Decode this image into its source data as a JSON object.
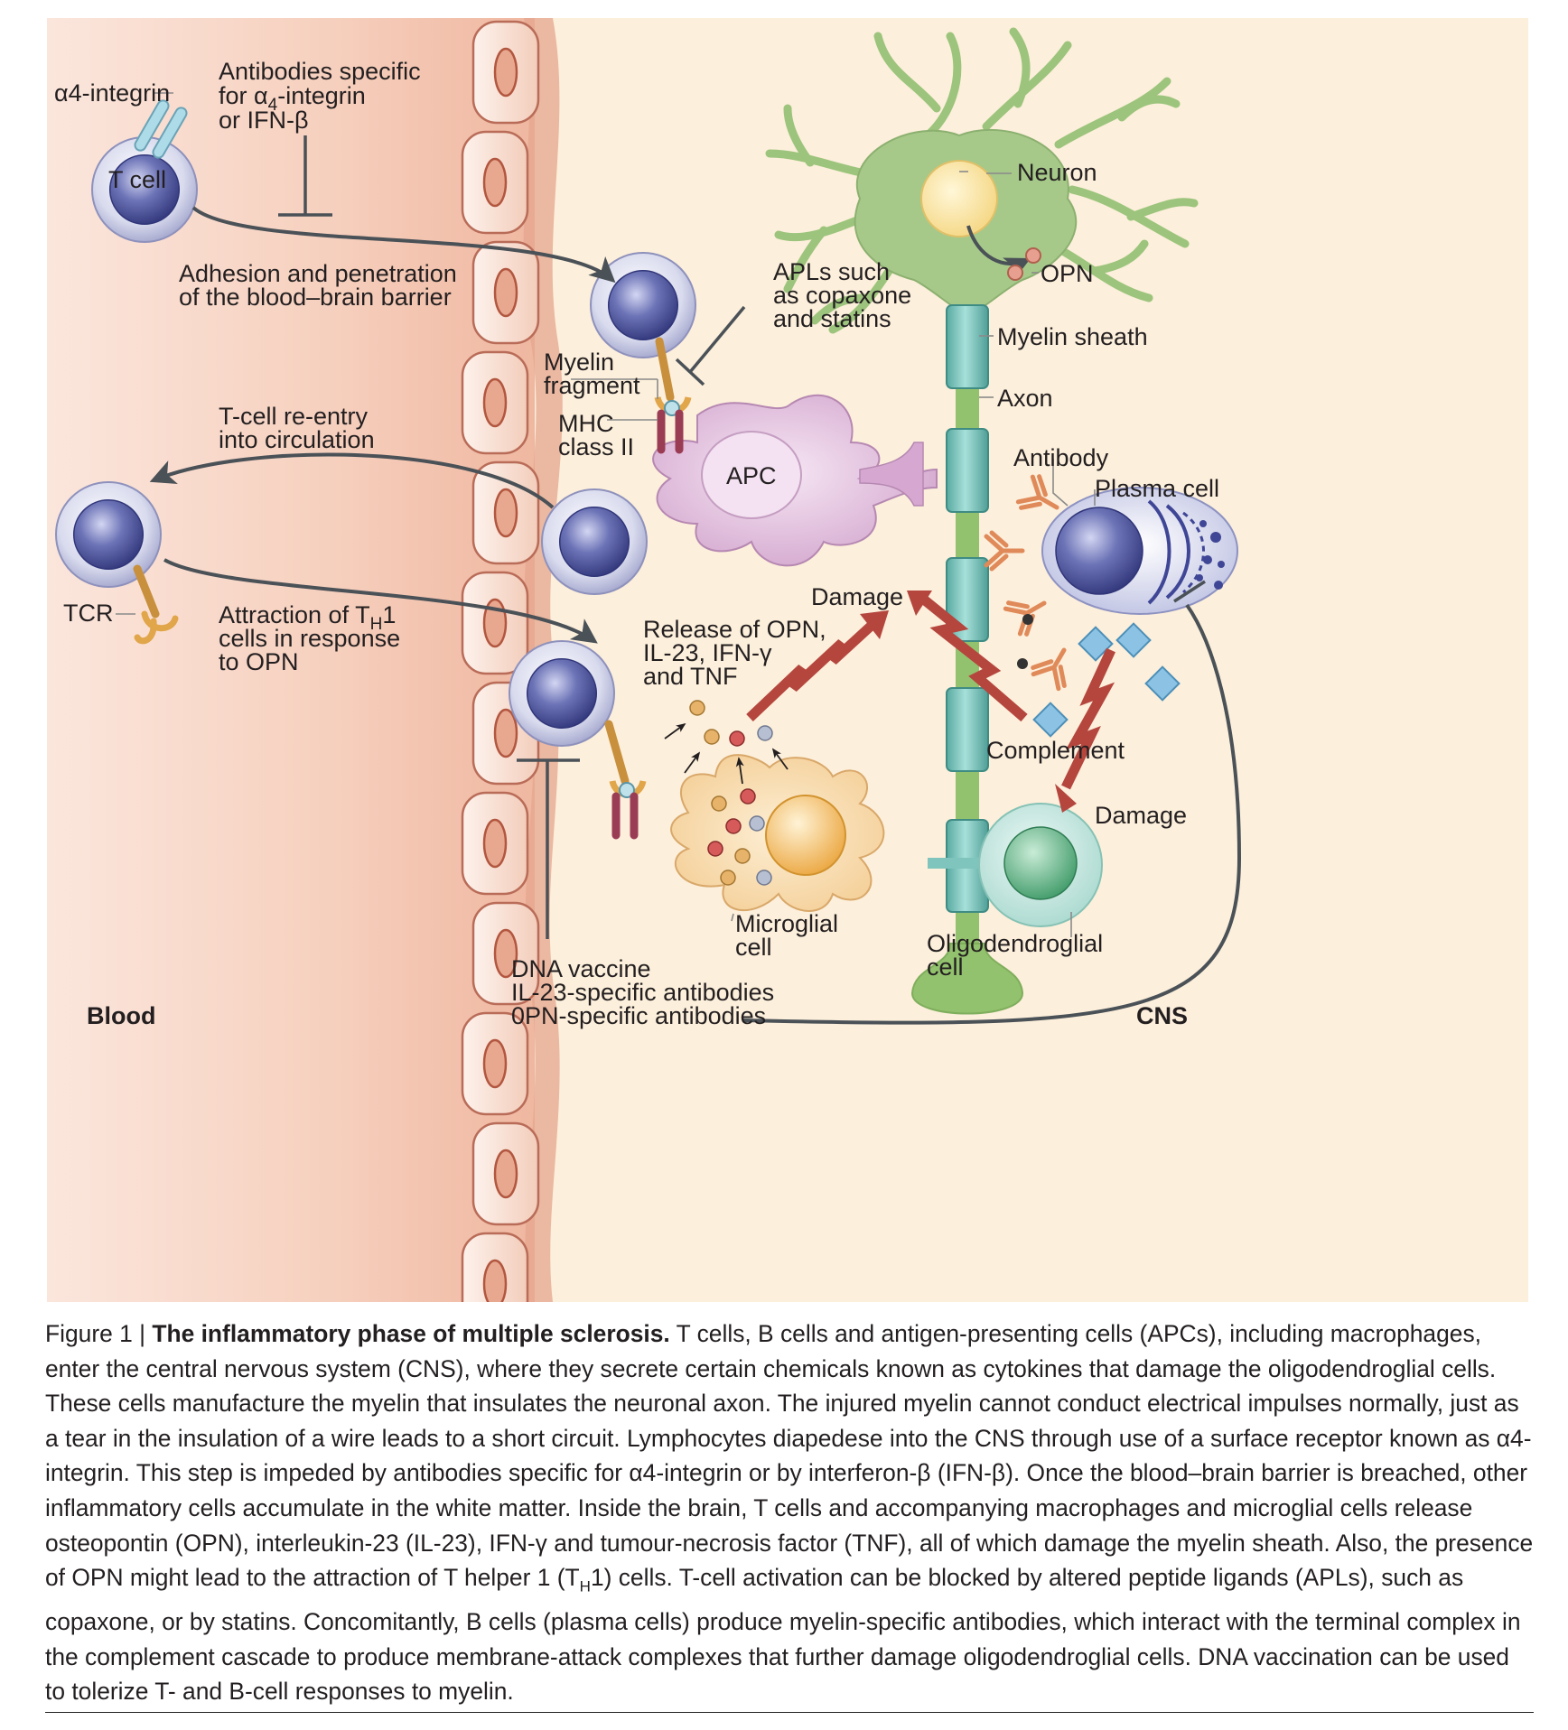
{
  "diagram": {
    "labels": {
      "alpha4_integrin": "α4-integrin",
      "t_cell": "T cell",
      "antibodies_line1": "Antibodies specific",
      "antibodies_line2": "for α",
      "antibodies_line2_sub": "4",
      "antibodies_line2_end": "-integrin",
      "antibodies_line3": "or IFN-β",
      "adhesion_line1": "Adhesion and penetration",
      "adhesion_line2": "of the blood–brain barrier",
      "reentry_line1": "T-cell re-entry",
      "reentry_line2": "into circulation",
      "tcr": "TCR",
      "attraction_line1_a": "Attraction of T",
      "attraction_line1_sub": "H",
      "attraction_line1_b": "1",
      "attraction_line2": "cells in response",
      "attraction_line3": "to OPN",
      "myelin_fragment_line1": "Myelin",
      "myelin_fragment_line2": "fragment",
      "mhc_line1": "MHC",
      "mhc_line2": "class II",
      "apc": "APC",
      "apls_line1": "APLs such",
      "apls_line2": "as copaxone",
      "apls_line3": "and statins",
      "neuron": "Neuron",
      "opn": "OPN",
      "myelin_sheath": "Myelin sheath",
      "axon": "Axon",
      "antibody": "Antibody",
      "plasma_cell": "Plasma cell",
      "damage_top": "Damage",
      "release_line1": "Release of OPN,",
      "release_line2": "IL-23, IFN-γ",
      "release_line3": "and TNF",
      "complement": "Complement",
      "damage_bottom": "Damage",
      "microglial_line1": "Microglial",
      "microglial_line2": "cell",
      "oligo_line1": "Oligodendroglial",
      "oligo_line2": "cell",
      "vaccine_line1": "DNA vaccine",
      "vaccine_line2": "IL-23-specific antibodies",
      "vaccine_line3": "0PN-specific antibodies",
      "blood": "Blood",
      "cns": "CNS"
    },
    "colors": {
      "blood_region": "#f5c9b4",
      "cns_region": "#fbecd6",
      "neuron": "#a6c98a",
      "myelin": "#7fc4bd",
      "apc": "#dbb3d6",
      "t_cell_nucleus": "#4f5698",
      "microglia": "#f8d8a6",
      "oligodendrocyte": "#c4e6df",
      "damage_bolt": "#b5463e",
      "complement": "#7fb9dd"
    }
  },
  "caption": {
    "figure_label": "Figure 1 | ",
    "title": "The inflammatory phase of multiple sclerosis.",
    "body": " T cells, B cells and antigen-presenting cells (APCs), including macrophages, enter the central nervous system (CNS), where they secrete certain chemicals known as cytokines that damage the oligodendroglial cells. These cells manufacture the myelin that insulates the neuronal axon. The injured myelin cannot conduct electrical impulses normally, just as a tear in the insulation of a wire leads to a short circuit. Lymphocytes diapedese into the CNS through use of a surface receptor known as α4-integrin. This step is impeded by antibodies specific for α4-integrin or by interferon-β (IFN-β). Once the blood–brain barrier is breached, other inflammatory cells accumulate in the white matter. Inside the brain, T cells and accompanying macrophages and microglial cells release osteopontin (OPN), interleukin-23 (IL-23), IFN-γ and tumour-necrosis factor (TNF), all of which damage the myelin sheath. Also, the presence of OPN might lead to the attraction of T helper 1 (T",
    "body_sub": "H",
    "body_end": "1) cells. T-cell activation can be blocked by altered peptide ligands (APLs), such as copaxone, or by statins. Concomitantly, B cells (plasma cells) produce myelin-specific antibodies, which interact with the terminal complex in the complement cascade to produce membrane-attack complexes that further damage oligodendroglial cells. DNA vaccination can be used to tolerize T- and B-cell responses to myelin."
  }
}
